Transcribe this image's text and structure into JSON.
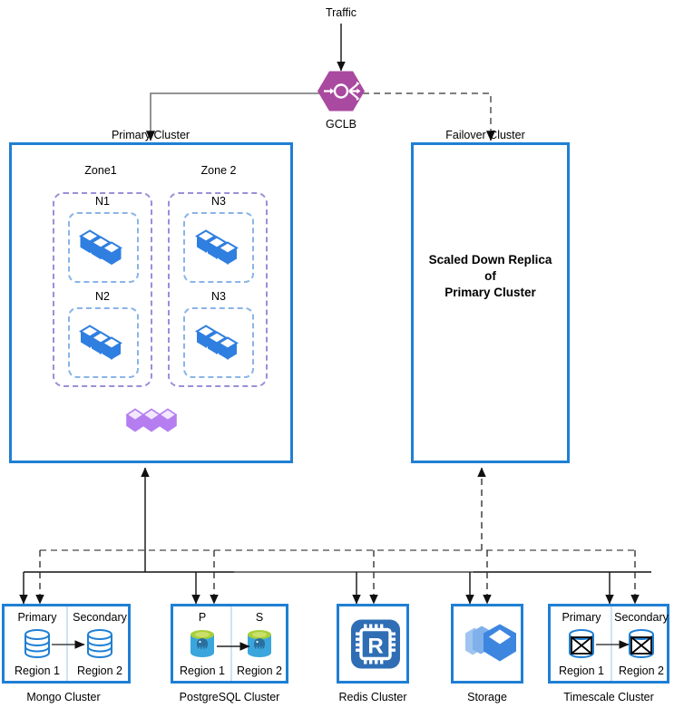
{
  "diagram": {
    "title_traffic": "Traffic",
    "gclb": {
      "label": "GCLB",
      "icon": "load-balancer-icon",
      "color": "#a9499f"
    }
  },
  "primary_cluster": {
    "label": "Primary Cluster",
    "border_color": "#1f7fd4",
    "zones": [
      {
        "label": "Zone1",
        "nodes": [
          {
            "label": "N1",
            "icon": "pods-icon"
          },
          {
            "label": "N2",
            "icon": "pods-icon"
          }
        ]
      },
      {
        "label": "Zone 2",
        "nodes": [
          {
            "label": "N3",
            "icon": "pods-icon"
          },
          {
            "label": "N3",
            "icon": "pods-icon"
          }
        ]
      }
    ],
    "shared_pods": {
      "icon": "purple-pods-icon",
      "color": "#b57ef0",
      "count": 3
    }
  },
  "failover_cluster": {
    "label": "Failover Cluster",
    "body_line1": "Scaled Down Replica",
    "body_line2": "of",
    "body_line3": "Primary Cluster",
    "border_color": "#1f7fd4"
  },
  "datastores": [
    {
      "name": "Mongo Cluster",
      "left_caption": "Primary",
      "right_caption": "Secondary",
      "left_region": "Region 1",
      "right_region": "Region 2",
      "icon": "mongo-db-cylinder-icon",
      "replication_arrow": true
    },
    {
      "name": "PostgreSQL Cluster",
      "left_caption": "P",
      "right_caption": "S",
      "left_region": "Region 1",
      "right_region": "Region 2",
      "icon": "postgres-elephant-cylinder-icon",
      "replication_arrow": true
    },
    {
      "name": "Redis Cluster",
      "icon": "redis-chip-icon",
      "replication_arrow": false
    },
    {
      "name": "Storage",
      "icon": "storage-boxes-icon",
      "replication_arrow": false
    },
    {
      "name": "Timescale Cluster",
      "left_caption": "Primary",
      "right_caption": "Secondary",
      "left_region": "Region 1",
      "right_region": "Region 2",
      "icon": "timescale-cylinder-icon",
      "replication_arrow": true
    }
  ],
  "legend_colors": {
    "cluster_border": "#1f7fd4",
    "zone_border": "#9a8fd8",
    "node_border": "#8ab4e8",
    "pod_blue": "#2f7fe0",
    "pod_purple": "#b57ef0",
    "gclb_purple": "#a9499f",
    "solid_wire": "#707070",
    "dashed_wire": "#666666"
  }
}
